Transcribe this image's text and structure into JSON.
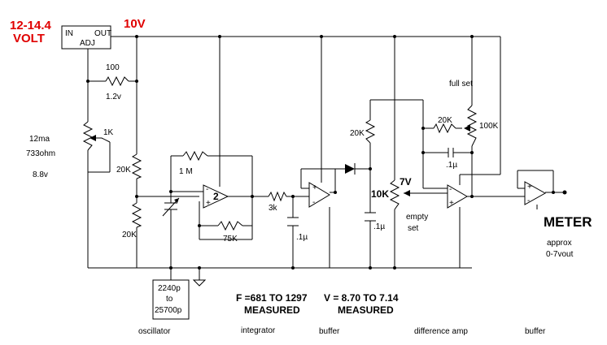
{
  "colors": {
    "supply_label": "#e00000",
    "ink": "#000000",
    "background": "#ffffff"
  },
  "supply": {
    "input_voltage": "12-14.4",
    "input_unit": "VOLT",
    "output_voltage": "10V"
  },
  "regulator": {
    "in_pin": "IN",
    "out_pin": "OUT",
    "adj_pin": "ADJ"
  },
  "components": {
    "r_100": "100",
    "v_1_2": "1.2v",
    "pot_1k": "1K",
    "current": "12ma",
    "resistance": "733ohm",
    "v_8_8": "8.8v",
    "r_20k_upper": "20K",
    "r_20k_lower": "20K",
    "r_1m": "1 M",
    "r_75k": "75K",
    "r_3k": "3k",
    "c_buffer": ".1µ",
    "r_20k_diode": "20K",
    "c_diode": ".1µ",
    "pot_10k": "10K",
    "v_7v": "7V",
    "empty_set_1": "empty",
    "empty_set_2": "set",
    "r_20k_diff": "20K",
    "pot_100k": "100K",
    "full_set": "full set",
    "c_diff": ".1µ",
    "opamp_pin": "2"
  },
  "cap_box": {
    "low": "2240p",
    "to": "to",
    "high": "25700p"
  },
  "measurements": {
    "freq": "F =681 TO 1297",
    "freq_note": "MEASURED",
    "volt": "V = 8.70 TO 7.14",
    "volt_note": "MEASURED"
  },
  "meter": {
    "label": "METER",
    "note_1": "approx",
    "note_2": "0-7vout"
  },
  "stages": [
    "oscillator",
    "integrator",
    "buffer",
    "difference amp",
    "buffer"
  ]
}
